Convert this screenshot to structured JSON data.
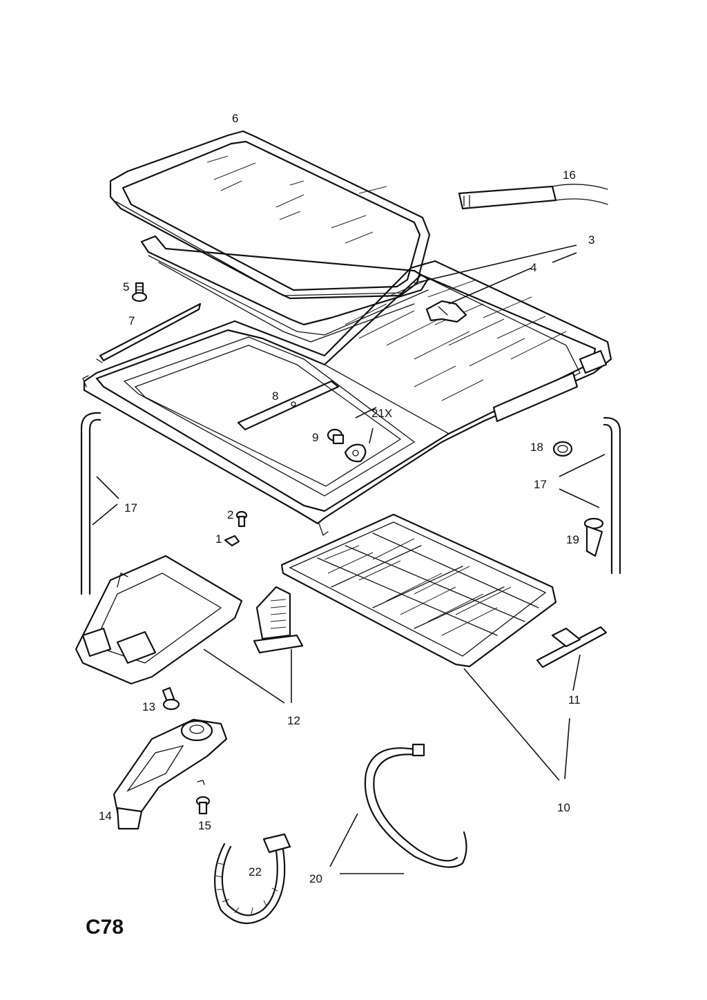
{
  "callouts": {
    "c1": "1",
    "c2": "2",
    "c3": "3",
    "c4": "4",
    "c5": "5",
    "c6": "6",
    "c7": "7",
    "c8": "8",
    "c9": "9",
    "c10": "10",
    "c11": "11",
    "c12": "12",
    "c13": "13",
    "c14": "14",
    "c15": "15",
    "c16": "16",
    "c17a": "17",
    "c17b": "17",
    "c18": "18",
    "c19": "19",
    "c20": "20",
    "c21": "21X",
    "c22": "22"
  },
  "page_code": "C78"
}
